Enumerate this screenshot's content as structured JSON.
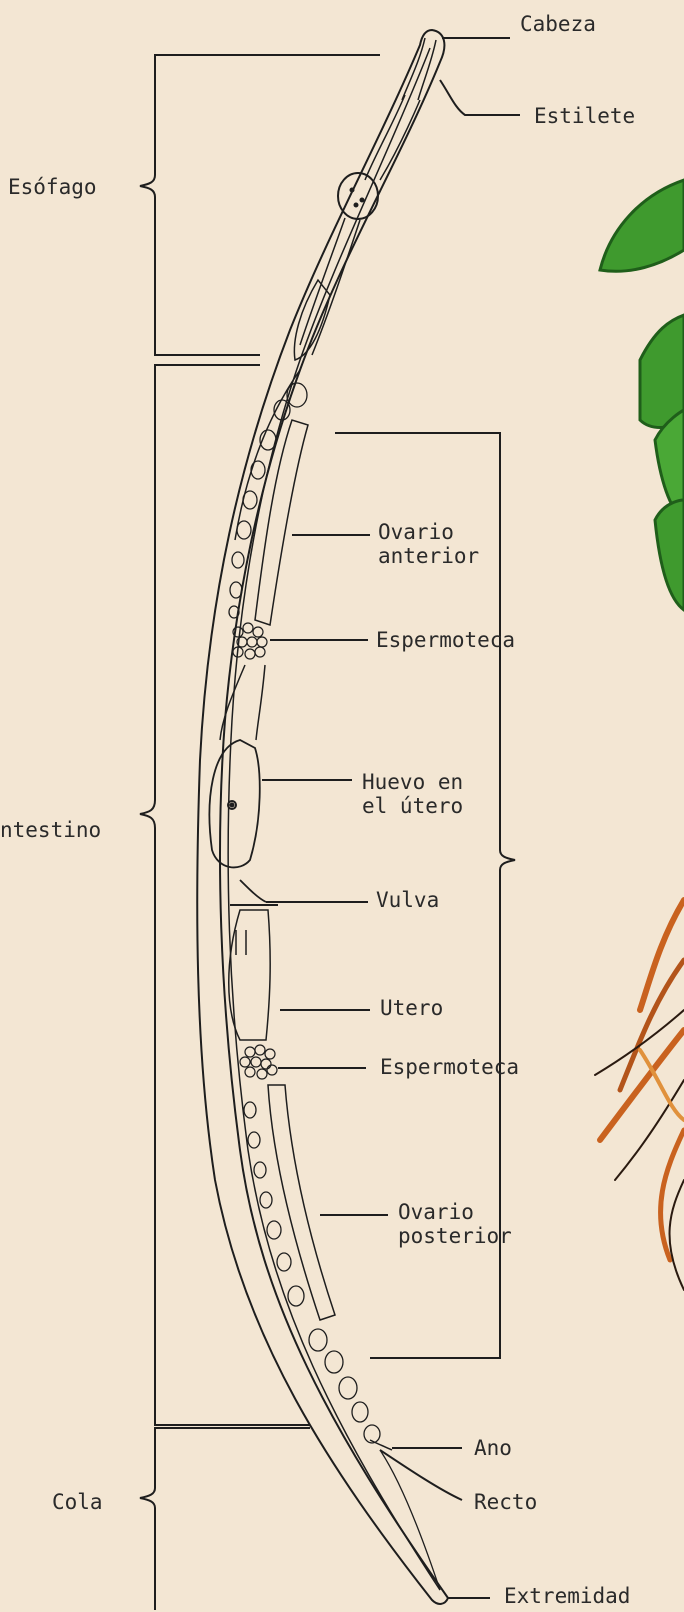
{
  "diagram": {
    "labels": {
      "head": "Cabeza",
      "stylet": "Estilete",
      "esophagus": "Esófago",
      "intestine": "ntestino",
      "anterior_ovary": "Ovario\nanterior",
      "spermatheca_1": "Espermoteca",
      "egg_in_uterus": "Huevo en\nel útero",
      "vulva": "Vulva",
      "uterus": "Utero",
      "spermatheca_2": "Espermoteca",
      "posterior_ovary": "Ovario\nposterior",
      "anus": "Ano",
      "rectum": "Recto",
      "tail": "Cola",
      "tip": "Extremidad"
    },
    "colors": {
      "paper": "#f3e6d3",
      "ink": "#1e1e1e",
      "leaf_green": "#3f9a2e",
      "leaf_dark": "#1f5e1a",
      "root_orange": "#c9621f"
    }
  }
}
